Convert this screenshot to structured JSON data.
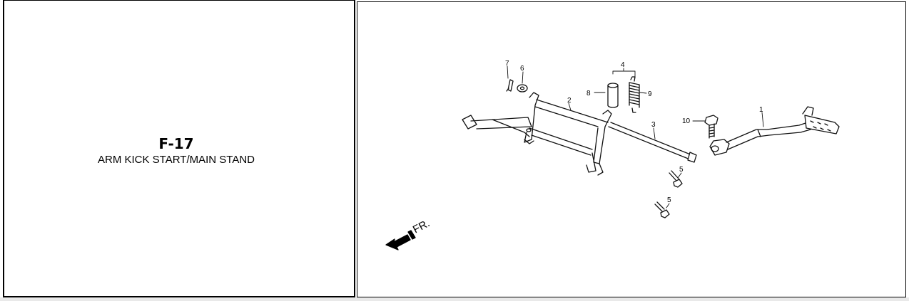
{
  "caption": {
    "code": "F-17",
    "title": "ARM KICK START/MAIN STAND"
  },
  "diagram": {
    "direction_label": "FR.",
    "callouts": [
      "1",
      "2",
      "3",
      "4",
      "5",
      "5",
      "6",
      "7",
      "8",
      "9",
      "10"
    ]
  }
}
